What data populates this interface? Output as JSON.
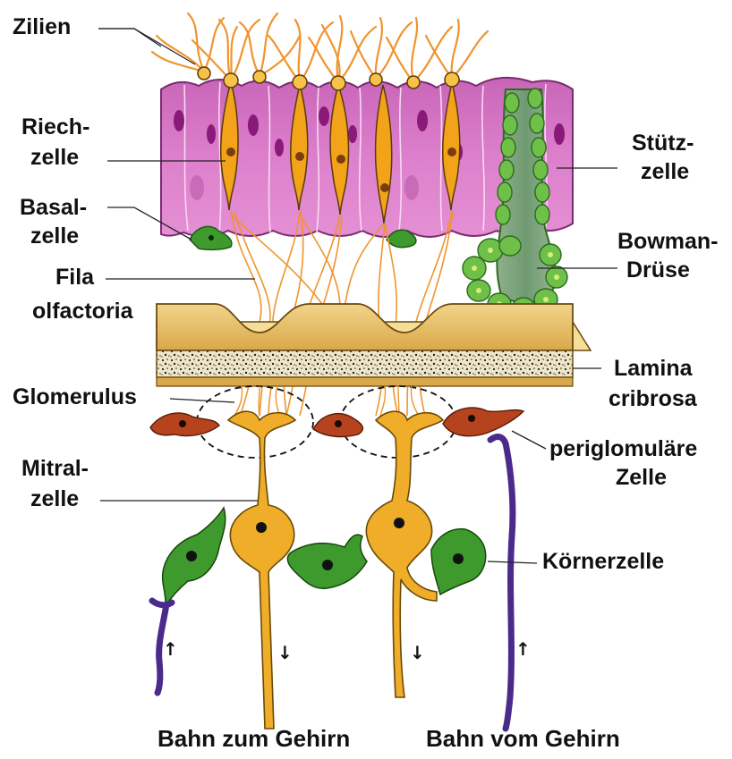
{
  "labels": {
    "zilien": "Zilien",
    "riechzelle_1": "Riech-",
    "riechzelle_2": "zelle",
    "basalzelle_1": "Basal-",
    "basalzelle_2": "zelle",
    "fila_1": "Fila",
    "fila_2": "olfactoria",
    "glomerulus": "Glomerulus",
    "mitralzelle_1": "Mitral-",
    "mitralzelle_2": "zelle",
    "stuetzzelle_1": "Stütz-",
    "stuetzzelle_2": "zelle",
    "bowman_1": "Bowman-",
    "bowman_2": "Drüse",
    "lamina_1": "Lamina",
    "lamina_2": "cribrosa",
    "periglom_1": "periglomuläre",
    "periglom_2": "Zelle",
    "koernerzelle": "Körnerzelle",
    "bahn_zum": "Bahn zum Gehirn",
    "bahn_vom": "Bahn vom Gehirn"
  },
  "colors": {
    "epithelium": "#d873c8",
    "epithelium_dark": "#b24aa3",
    "nucleus_purple": "#8a1a7a",
    "receptor_cell": "#f2a31a",
    "cilia": "#f0942e",
    "bowman_gland": "#4aa832",
    "lamina": "#e3b85a",
    "mitral_cell": "#efad2a",
    "granule_cell": "#3f9a2e",
    "periglomerular_cell": "#b4431e",
    "efferent_fiber": "#4a2a8a",
    "leader_line": "#222222"
  },
  "arrows": {
    "up": "↑",
    "down": "↓"
  }
}
